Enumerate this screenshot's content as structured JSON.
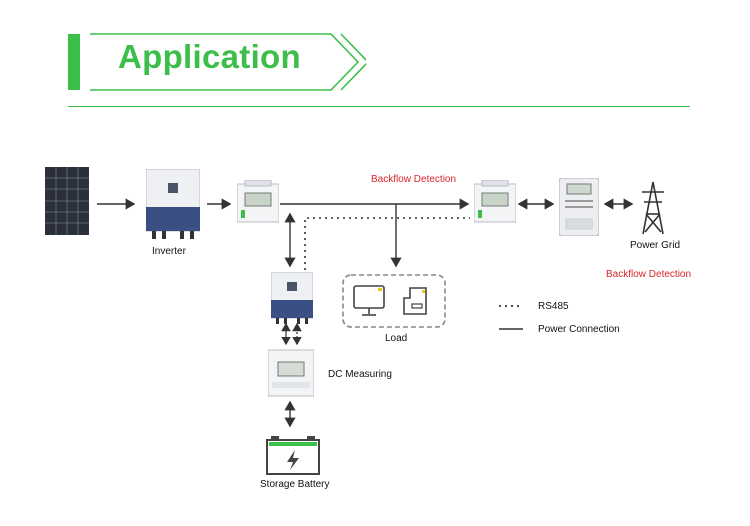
{
  "header": {
    "title": "Application"
  },
  "nodes": {
    "inverter": "Inverter",
    "power_grid": "Power Grid",
    "load": "Load",
    "dc_measuring": "DC Measuring",
    "storage_battery": "Storage Battery"
  },
  "annotations": {
    "backflow_top": "Backflow Detection",
    "backflow_right": "Backflow Detection"
  },
  "legend": {
    "rs485": "RS485",
    "power": "Power Connection"
  },
  "colors": {
    "accent_green": "#3cbe4a",
    "alert_red": "#d8262a",
    "inverter_blue": "#3a4f84"
  }
}
